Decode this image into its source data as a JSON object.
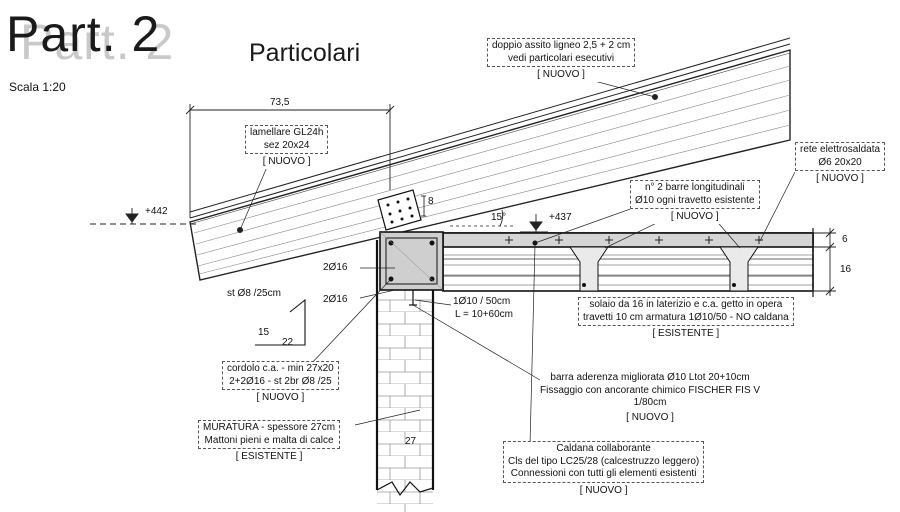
{
  "header": {
    "title": "Part. 2",
    "subtitle": "Particolari",
    "scale": "Scala 1:20"
  },
  "notes": {
    "assito": {
      "lines": [
        "doppio assito ligneo 2,5 + 2 cm",
        "vedi particolari esecutivi"
      ],
      "tag": "[ NUOVO ]"
    },
    "lamellare": {
      "lines": [
        "lamellare GL24h",
        "sez 20x24"
      ],
      "tag": "[ NUOVO ]"
    },
    "rete": {
      "lines": [
        "rete elettrosaldata",
        "Ø6 20x20"
      ],
      "tag": "[ NUOVO ]"
    },
    "barre": {
      "lines": [
        "n° 2 barre longitudinali",
        "Ø10 ogni travetto esistente"
      ],
      "tag": "[ NUOVO ]"
    },
    "solaio": {
      "lines": [
        "solaio da 16 in laterizio e c.a. getto in opera",
        "travetti 10 cm armatura 1Ø10/50 - NO caldana"
      ],
      "tag": "[ ESISTENTE ]"
    },
    "cordolo": {
      "lines": [
        "cordolo c.a. - min 27x20",
        "2+2Ø16 - st 2br Ø8 /25"
      ],
      "tag": "[ NUOVO ]"
    },
    "barra": {
      "lines": [
        "barra aderenza migliorata Ø10 Ltot 20+10cm",
        "Fissaggio con ancorante chimico FISCHER FIS V",
        "1/80cm"
      ],
      "tag": "[ NUOVO ]"
    },
    "muratura": {
      "lines": [
        "MURATURA - spessore 27cm",
        "Mattoni pieni e malta di calce"
      ],
      "tag": "[ ESISTENTE ]"
    },
    "caldana": {
      "lines": [
        "Caldana collaborante",
        "Cls del tipo LC25/28 (calcestruzzo leggero)",
        "Connessioni con tutti gli elementi esistenti"
      ],
      "tag": "[ NUOVO ]"
    }
  },
  "labels": {
    "dim_735": "73,5",
    "elev_442": "+442",
    "elev_437": "+437",
    "dim_8": "8",
    "angle_15": "15°",
    "dim_6": "6",
    "dim_16": "16",
    "bars_top": "2Ø16",
    "bars_bottom": "2Ø16",
    "stirrups": "st Ø8 /25cm",
    "stirrup_15": "15",
    "stirrup_22": "22",
    "connector": "1Ø10 / 50cm",
    "connector_len": "L = 10+60cm",
    "wall_27": "27"
  }
}
